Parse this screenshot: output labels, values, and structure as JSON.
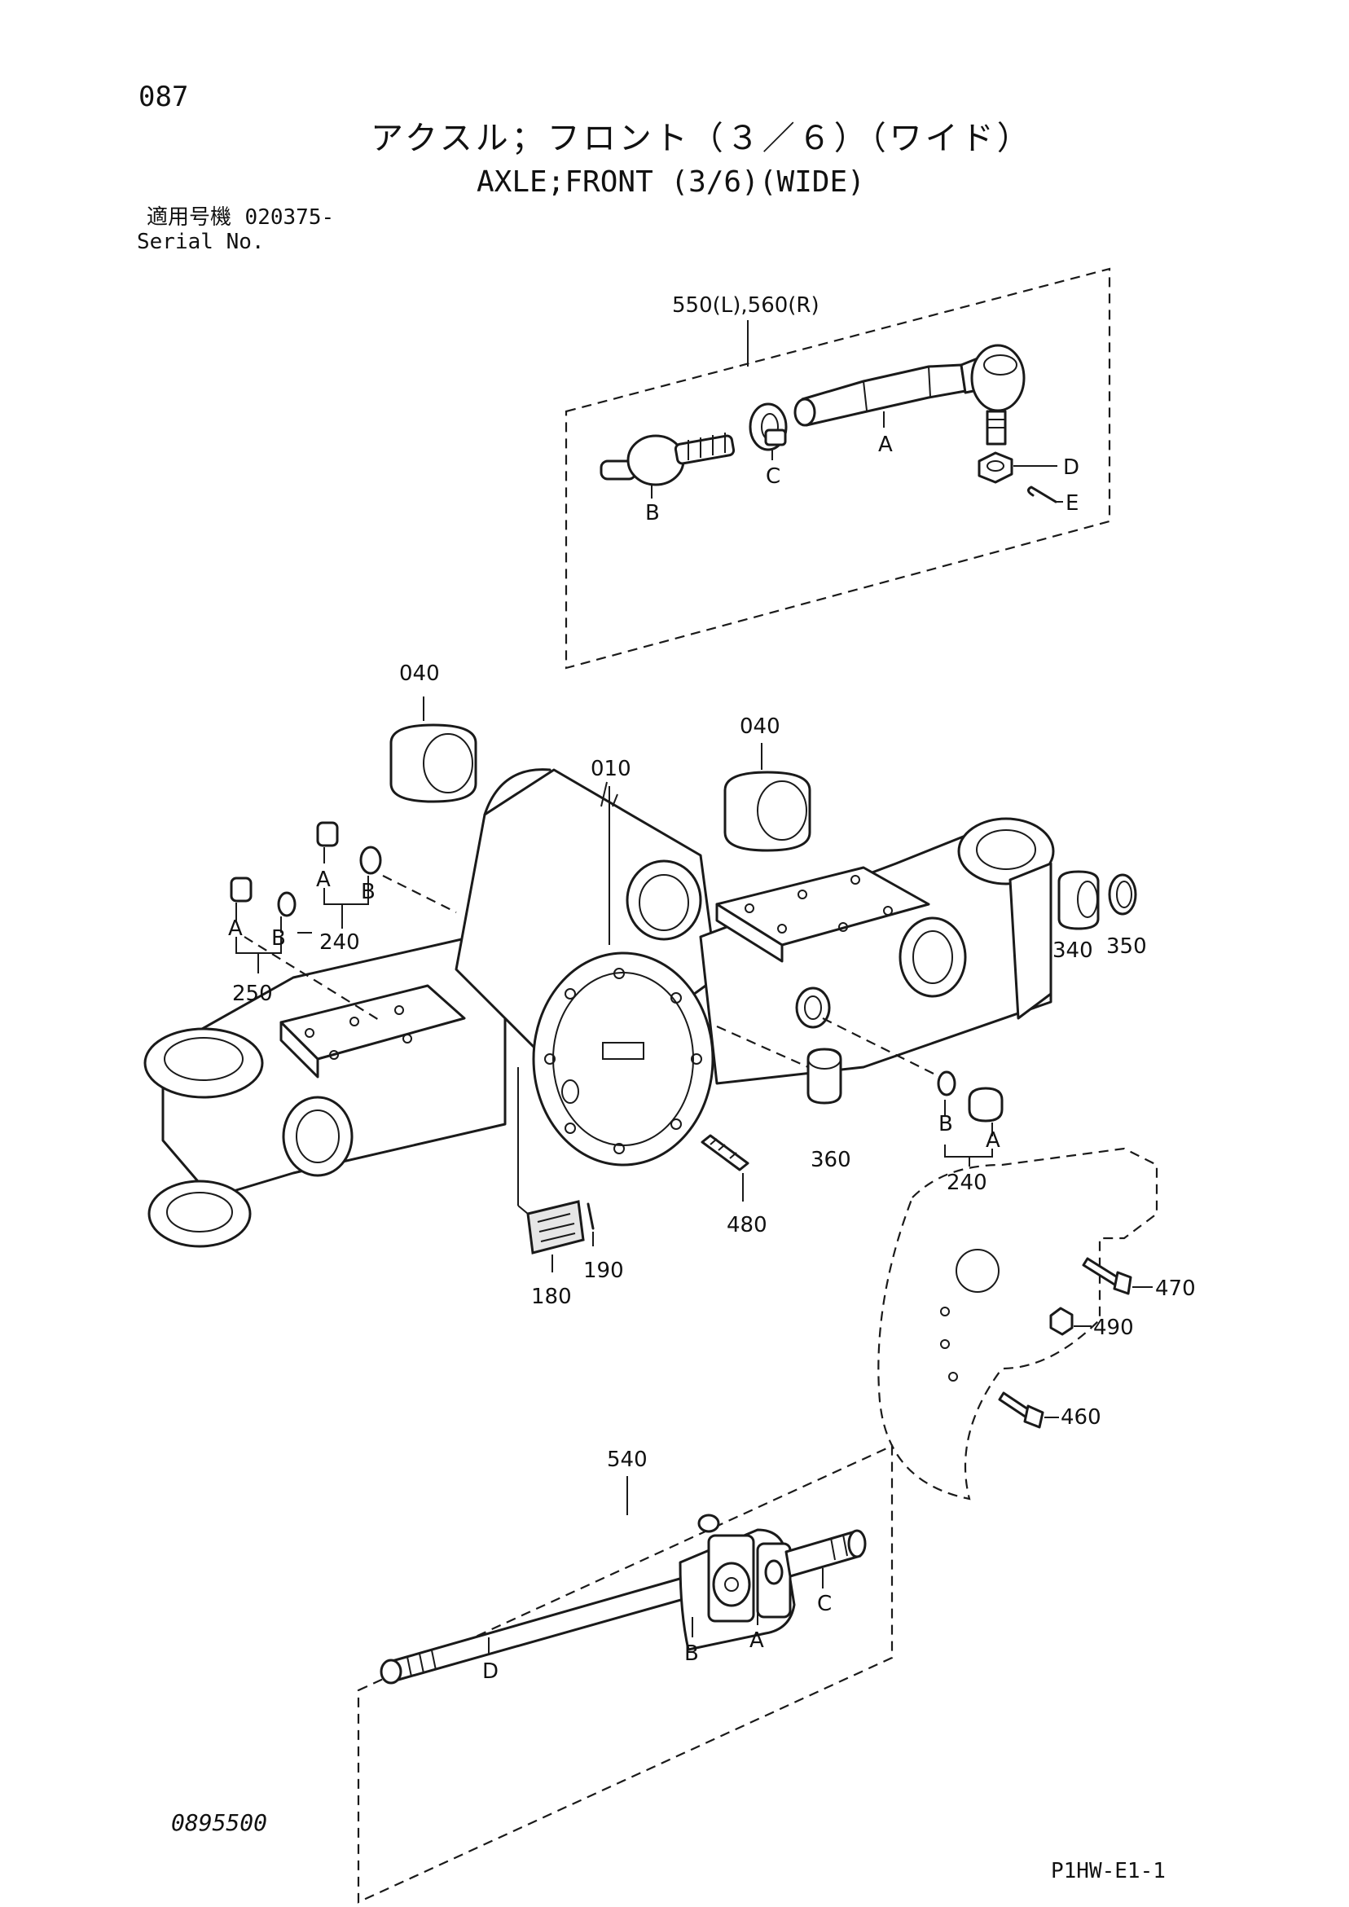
{
  "header": {
    "page_number": "087",
    "title_jp": "アクスル；フロント（３／６）（ワイド）",
    "title_en": "AXLE;FRONT (3/6)(WIDE)",
    "serial_label_jp": "適用号機",
    "serial_value": "020375-",
    "serial_label_en": "Serial No."
  },
  "callouts": {
    "tie_rod": "550(L),560(R)",
    "tie_rod_a": "A",
    "tie_rod_b": "B",
    "tie_rod_c": "C",
    "tie_rod_d": "D",
    "tie_rod_e": "E",
    "bushing_left": "040",
    "bushing_right": "040",
    "housing": "010",
    "fitting_left_a": "A",
    "fitting_left_b": "B",
    "fitting_mid_a": "A",
    "fitting_mid_b": "B",
    "fitting_left_group": "250",
    "fitting_mid_group": "240",
    "fitting_right_a": "A",
    "fitting_right_b": "B",
    "fitting_right_group": "240",
    "bushing_340": "340",
    "seal_350": "350",
    "pin_360": "360",
    "stud_480": "480",
    "plate_180": "180",
    "rivet_190": "190",
    "bolt_470": "470",
    "nut_490": "490",
    "bolt_460": "460",
    "shaft": "540",
    "shaft_a": "A",
    "shaft_b": "B",
    "shaft_c": "C",
    "shaft_d": "D"
  },
  "footer": {
    "document_number": "0895500",
    "sheet_code": "P1HW-E1-1"
  }
}
